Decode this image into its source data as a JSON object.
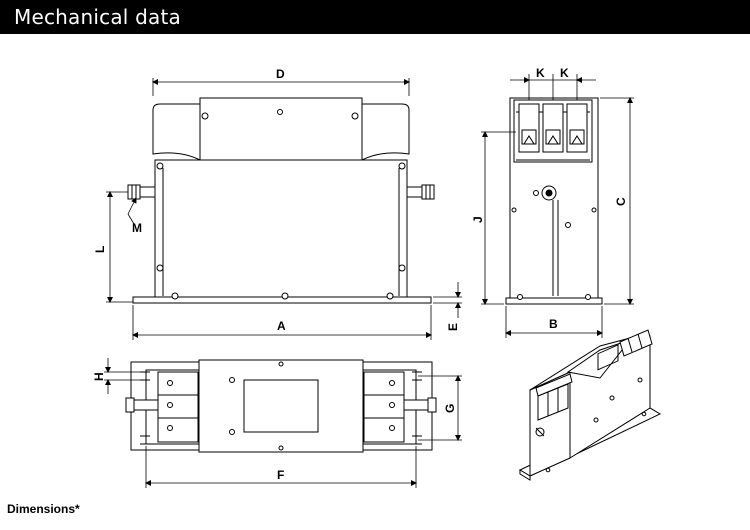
{
  "header": {
    "title": "Mechanical data"
  },
  "labels": {
    "A": "A",
    "B": "B",
    "C": "C",
    "D": "D",
    "E": "E",
    "F": "F",
    "G": "G",
    "H": "H",
    "J": "J",
    "K1": "K",
    "K2": "K",
    "L": "L",
    "M": "M"
  },
  "footnote": "Dimensions*"
}
